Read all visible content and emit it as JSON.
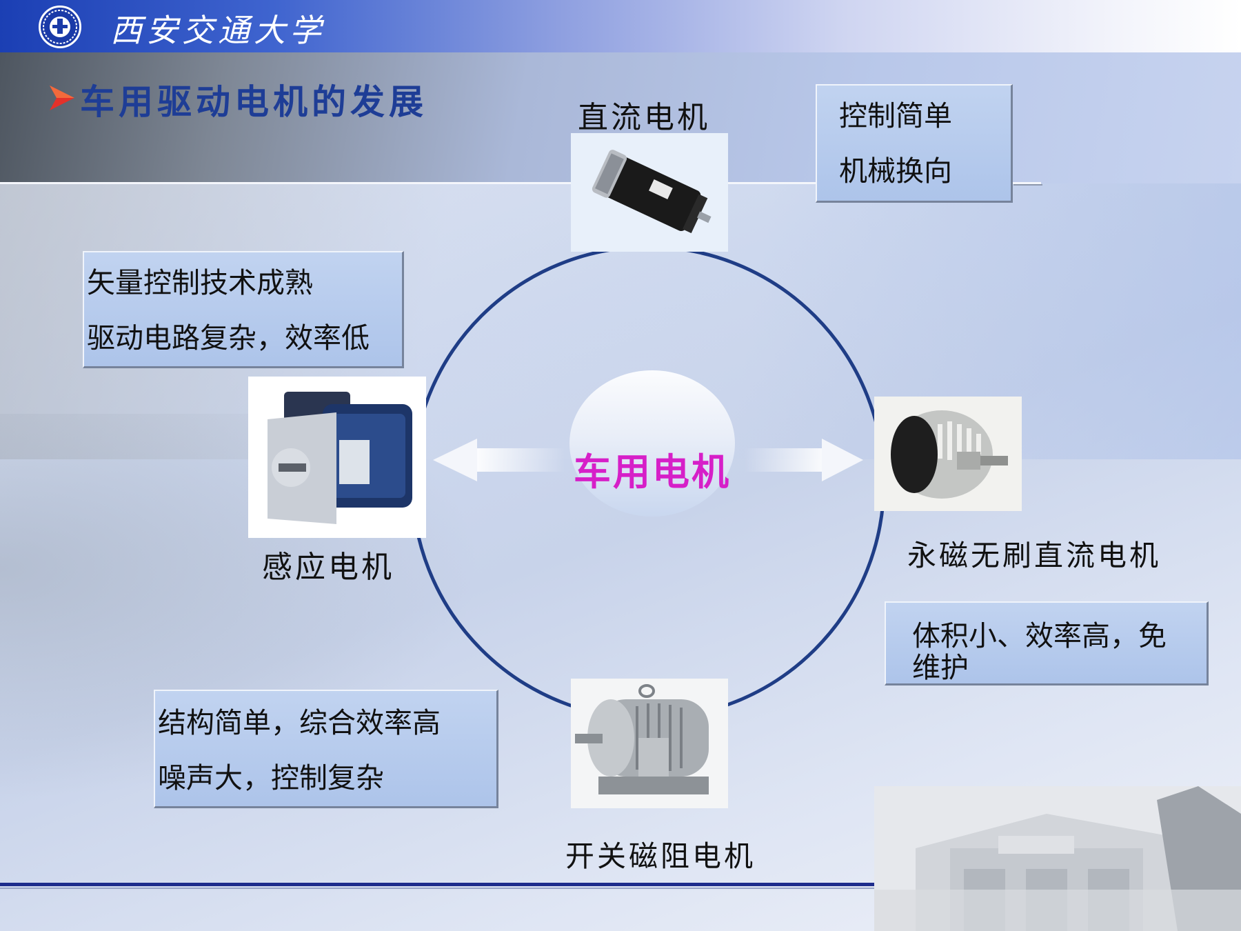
{
  "header": {
    "university_name": "西安交通大学"
  },
  "slide": {
    "title": "车用驱动电机的发展"
  },
  "center": {
    "label": "车用电机"
  },
  "motors": {
    "dc": {
      "label": "直流电机",
      "notes": [
        "控制简单",
        "机械换向"
      ]
    },
    "induction": {
      "label": "感应电机",
      "notes": [
        "矢量控制技术成熟",
        "驱动电路复杂，效率低"
      ]
    },
    "bldc": {
      "label": "永磁无刷直流电机",
      "notes": [
        "体积小、效率高，免",
        "维护"
      ]
    },
    "srm": {
      "label": "开关磁阻电机",
      "notes": [
        "结构简单，综合效率高",
        "噪声大，控制复杂"
      ]
    }
  },
  "colors": {
    "title": "#1e3d96",
    "center_label": "#d61fc8",
    "ring": "#1f3d86",
    "note_fill": "#b6cbee",
    "header_start": "#1b3fb4"
  },
  "icons": {
    "logo": "university-emblem-icon",
    "bullet": "arrowhead-bullet-icon"
  }
}
